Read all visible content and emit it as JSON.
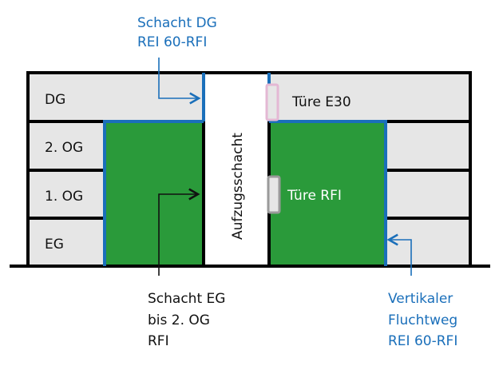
{
  "colors": {
    "floor_fill": "#e6e6e6",
    "fire_compartment_green": "#2a9a3a",
    "fire_barrier_blue": "#1a6fba",
    "door_e30_pink": "#e4b8d4",
    "door_rfi_gray": "#9a9a9a",
    "outline": "#000000"
  },
  "floors": [
    {
      "label": "DG"
    },
    {
      "label": "2. OG"
    },
    {
      "label": "1. OG"
    },
    {
      "label": "EG"
    }
  ],
  "elevator_shaft": {
    "label": "Aufzugsschacht"
  },
  "doors": {
    "e30": {
      "label": "Türe E30"
    },
    "rfi": {
      "label": "Türe RFI"
    }
  },
  "annotations": {
    "schacht_dg": {
      "lines": [
        "Schacht DG",
        "REI 60-RFI"
      ]
    },
    "schacht_eg": {
      "lines": [
        "Schacht EG",
        "bis 2. OG",
        "RFI"
      ]
    },
    "fluchtweg": {
      "lines": [
        "Vertikaler",
        "Fluchtweg",
        "REI 60-RFI"
      ]
    }
  }
}
